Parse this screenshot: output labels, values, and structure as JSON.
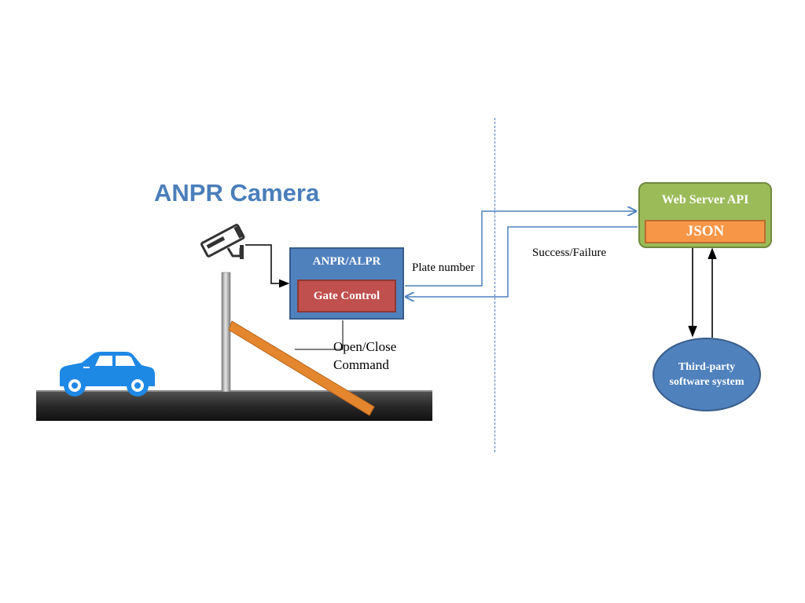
{
  "title": "ANPR Camera",
  "anpr_box": {
    "label": "ANPR/ALPR",
    "gate_label": "Gate Control"
  },
  "web_server": {
    "label": "Web Server API",
    "json_label": "JSON"
  },
  "third_party": {
    "line1": "Third-party",
    "line2": "software system"
  },
  "labels": {
    "plate_number": "Plate number",
    "success_failure": "Success/Failure",
    "open_close": "Open/Close",
    "command": "Command"
  },
  "icons": {
    "camera": "cctv-camera-icon",
    "car": "car-icon"
  },
  "colors": {
    "title": "#4a7ebb",
    "anpr_box": "#4f81bd",
    "gate_box": "#c0504d",
    "web_box": "#9bbb59",
    "json_box": "#f79646",
    "third_party": "#4f81bd",
    "barrier": "#e3862d",
    "connector": "#4f81bd"
  }
}
